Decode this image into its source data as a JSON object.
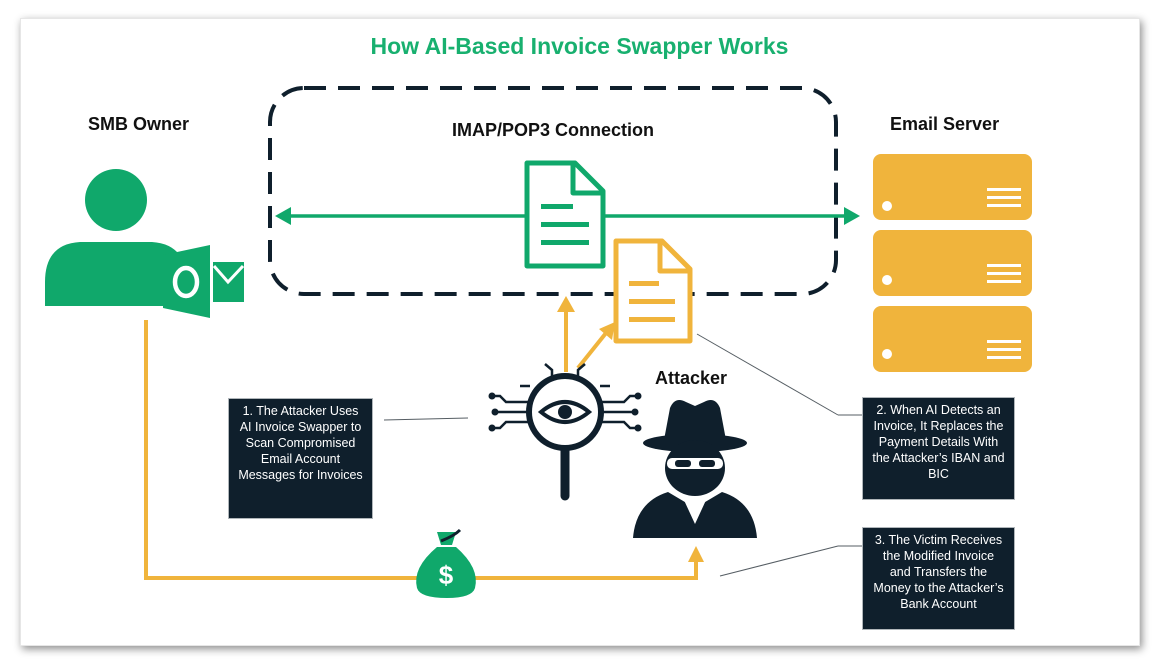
{
  "title": "How AI-Based Invoice Swapper Works",
  "labels": {
    "smb_owner": "SMB Owner",
    "connection": "IMAP/POP3 Connection",
    "email_server": "Email Server",
    "attacker": "Attacker"
  },
  "notes": {
    "step1": "1. The Attacker Uses AI Invoice Swapper to Scan Compromised Email Account Messages for Invoices",
    "step2": "2. When AI Detects an Invoice, It Replaces the Payment Details With the Attacker’s IBAN and BIC",
    "step3": "3. The Victim Receives the Modified Invoice and Transfers the Money to the Attacker’s Bank Account"
  },
  "icons": {
    "user": "user-icon",
    "outlook": "outlook-icon",
    "server": "server-icon",
    "document_original": "document-icon",
    "document_modified": "document-icon",
    "ai_scanner": "ai-magnifier-icon",
    "attacker": "hacker-icon",
    "money_bag": "money-bag-icon"
  },
  "colors": {
    "green": "#10a86b",
    "orange": "#f0b43c",
    "dark": "#0f1f2c",
    "title": "#18b06f"
  }
}
